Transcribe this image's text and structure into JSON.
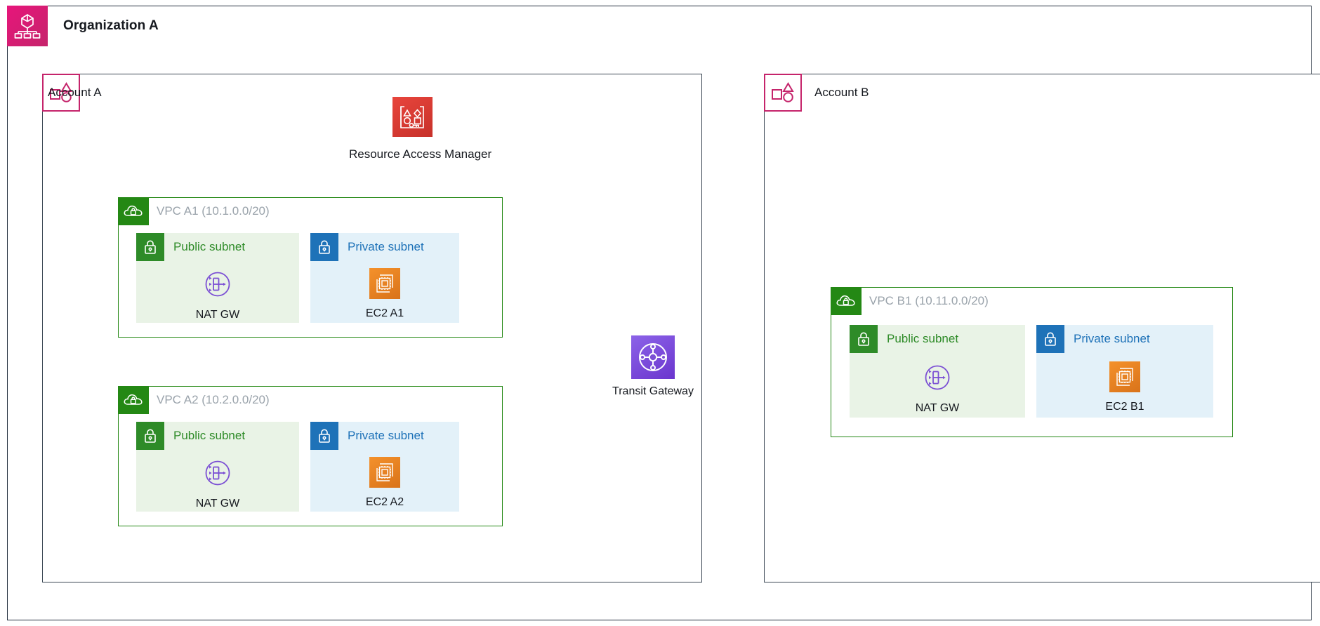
{
  "organization": {
    "title": "Organization A",
    "icon": "organizations-icon",
    "badge_color": "#E7157B"
  },
  "accounts": [
    {
      "id": "a",
      "title": "Account A",
      "icon": "account-icon",
      "border_color": "#C5246B"
    },
    {
      "id": "b",
      "title": "Account B",
      "icon": "account-icon",
      "border_color": "#C5246B"
    }
  ],
  "services": {
    "ram": {
      "label": "Resource Access Manager",
      "icon": "resource-access-manager-icon",
      "color": "#E8453C"
    },
    "transit_gateway": {
      "label": "Transit Gateway",
      "icon": "transit-gateway-icon",
      "color": "#8C63E8"
    }
  },
  "vpcs": [
    {
      "id": "a1",
      "label": "VPC A1 (10.1.0.0/20)",
      "icon": "vpc-cloud-lock-icon",
      "border_color": "#248814",
      "subnets": [
        {
          "type": "public",
          "label": "Public subnet",
          "icon": "lock-icon",
          "color": "#2E8B28",
          "fill": "#E9F3E6",
          "node": {
            "label": "NAT GW",
            "icon": "nat-gateway-icon",
            "color": "#7B4FD4"
          }
        },
        {
          "type": "private",
          "label": "Private subnet",
          "icon": "lock-icon",
          "color": "#1E72B8",
          "fill": "#E3F1F9",
          "node": {
            "label": "EC2 A1",
            "icon": "ec2-instance-icon",
            "color": "#F4912B"
          }
        }
      ]
    },
    {
      "id": "a2",
      "label": "VPC A2 (10.2.0.0/20)",
      "icon": "vpc-cloud-lock-icon",
      "border_color": "#248814",
      "subnets": [
        {
          "type": "public",
          "label": "Public subnet",
          "icon": "lock-icon",
          "color": "#2E8B28",
          "fill": "#E9F3E6",
          "node": {
            "label": "NAT GW",
            "icon": "nat-gateway-icon",
            "color": "#7B4FD4"
          }
        },
        {
          "type": "private",
          "label": "Private subnet",
          "icon": "lock-icon",
          "color": "#1E72B8",
          "fill": "#E3F1F9",
          "node": {
            "label": "EC2 A2",
            "icon": "ec2-instance-icon",
            "color": "#F4912B"
          }
        }
      ]
    },
    {
      "id": "b1",
      "label": "VPC B1 (10.11.0.0/20)",
      "icon": "vpc-cloud-lock-icon",
      "border_color": "#248814",
      "subnets": [
        {
          "type": "public",
          "label": "Public subnet",
          "icon": "lock-icon",
          "color": "#2E8B28",
          "fill": "#E9F3E6",
          "node": {
            "label": "NAT GW",
            "icon": "nat-gateway-icon",
            "color": "#7B4FD4"
          }
        },
        {
          "type": "private",
          "label": "Private subnet",
          "icon": "lock-icon",
          "color": "#1E72B8",
          "fill": "#E3F1F9",
          "node": {
            "label": "EC2 B1",
            "icon": "ec2-instance-icon",
            "color": "#F4912B"
          }
        }
      ]
    }
  ],
  "connections": [
    {
      "from": "vpc-a1",
      "to": "transit-gateway"
    },
    {
      "from": "vpc-a2",
      "to": "transit-gateway"
    },
    {
      "from": "transit-gateway",
      "to": "vpc-b1"
    }
  ]
}
